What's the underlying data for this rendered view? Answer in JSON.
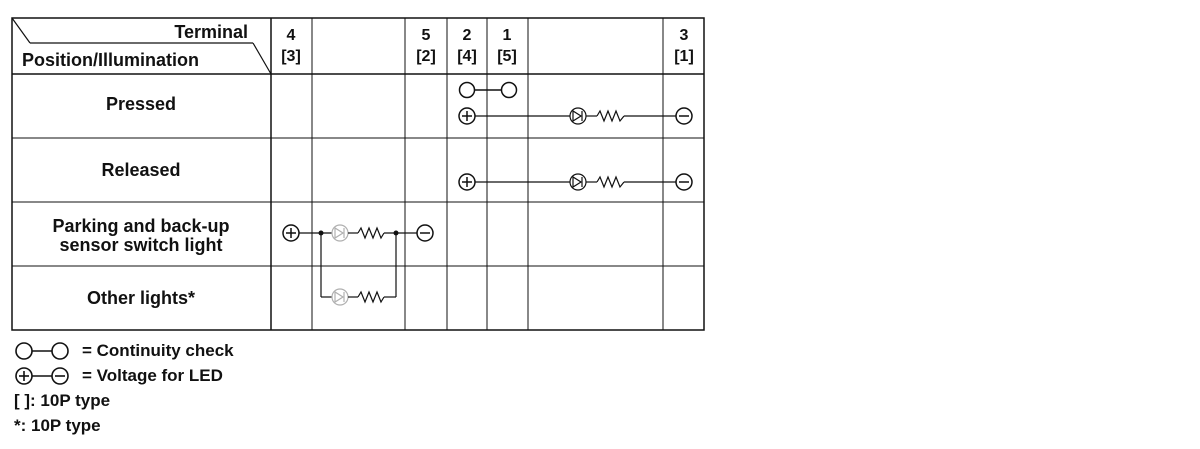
{
  "header": {
    "terminal_label": "Terminal",
    "position_label": "Position/Illumination",
    "columns": [
      {
        "top": "4",
        "bottom": "[3]"
      },
      {
        "top": "",
        "bottom": ""
      },
      {
        "top": "5",
        "bottom": "[2]"
      },
      {
        "top": "2",
        "bottom": "[4]"
      },
      {
        "top": "1",
        "bottom": "[5]"
      },
      {
        "top": "",
        "bottom": ""
      },
      {
        "top": "3",
        "bottom": "[1]"
      }
    ]
  },
  "rows": [
    {
      "label_lines": [
        "Pressed"
      ]
    },
    {
      "label_lines": [
        "Released"
      ]
    },
    {
      "label_lines": [
        "Parking and back-up",
        "sensor switch light"
      ]
    },
    {
      "label_lines": [
        "Other lights*"
      ]
    }
  ],
  "legend": {
    "continuity": "= Continuity check",
    "voltage": "= Voltage for LED",
    "bracket_note": "[ ]: 10P type",
    "asterisk_note": "*: 10P type"
  },
  "symbols": {
    "line_color": "#111111",
    "faded_color": "#b0b0b0",
    "positive_terminal": "plus-circle-icon",
    "negative_terminal": "minus-circle-icon",
    "continuity_terminal": "open-circle-icon",
    "led": "led-icon",
    "resistor": "resistor-icon"
  }
}
